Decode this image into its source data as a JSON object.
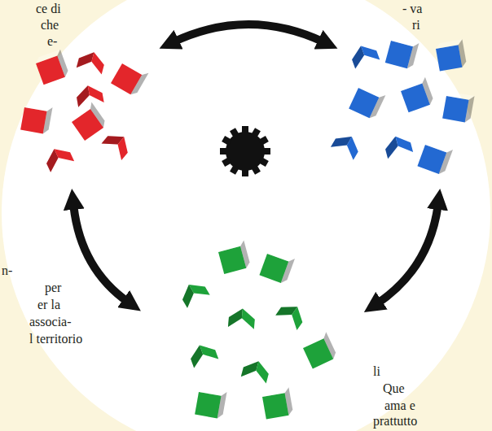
{
  "diagram": {
    "labels": [
      "ce di",
      "che",
      "e-",
      "- va",
      "ri",
      "n-",
      "per",
      "er la",
      "associa-",
      "l territorio",
      "li",
      "Que",
      "ama e",
      "prattutto"
    ]
  }
}
